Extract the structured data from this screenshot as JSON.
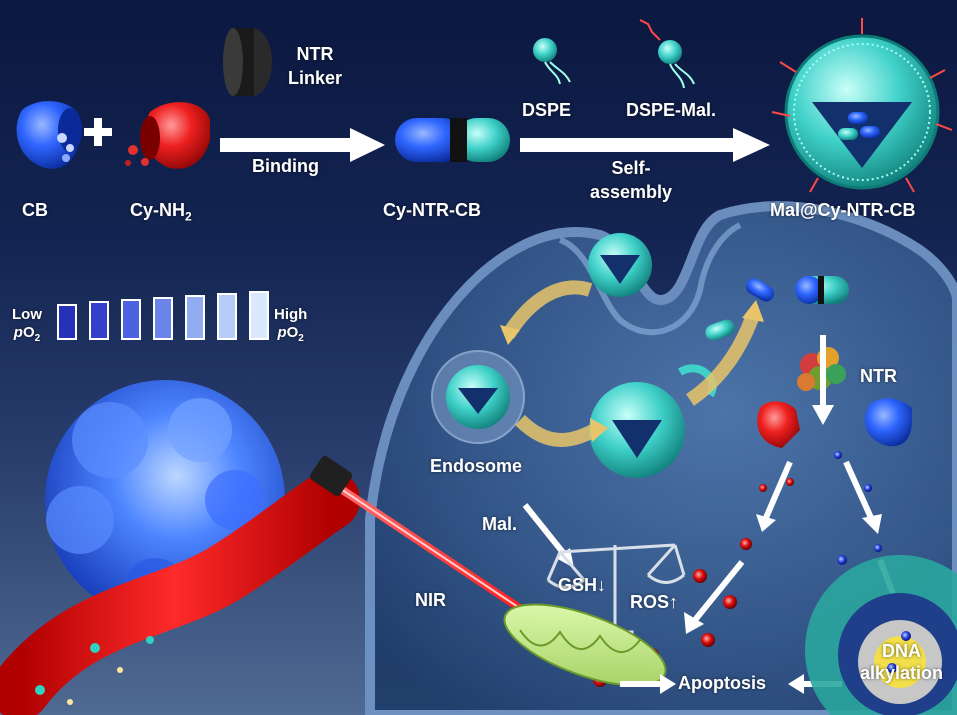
{
  "top_row": {
    "cb": "CB",
    "cy_nh2": "Cy-NH",
    "cy_nh2_sub": "2",
    "nt_linker_line1": "NTR",
    "nt_linker_line2": "Linker",
    "binding": "Binding",
    "cy_ntr_cb": "Cy-NTR-CB",
    "dspe": "DSPE",
    "dspe_mal": "DSPE-Mal.",
    "self_assembly_line1": "Self-",
    "self_assembly_line2": "assembly",
    "mal_cy_ntr_cb": "Mal@Cy-NTR-CB"
  },
  "oxygen_scale": {
    "low": "Low",
    "high": "High",
    "p": "p",
    "o": "O",
    "sub": "2"
  },
  "cell": {
    "endosome": "Endosome",
    "ntr": "NTR",
    "mal": "Mal.",
    "gsh": "GSH",
    "gsh_arrow": "↓",
    "ros": "ROS",
    "ros_arrow": "↑",
    "nir": "NIR",
    "apoptosis": "Apoptosis",
    "dna": "DNA",
    "alkylation": "alkylation"
  },
  "colors": {
    "cb_blue": "#1f57ff",
    "cy_red": "#e01818",
    "teal": "#3fd1c9",
    "cell_blue": "#3a5f91",
    "laser": "#ff2a2a"
  }
}
